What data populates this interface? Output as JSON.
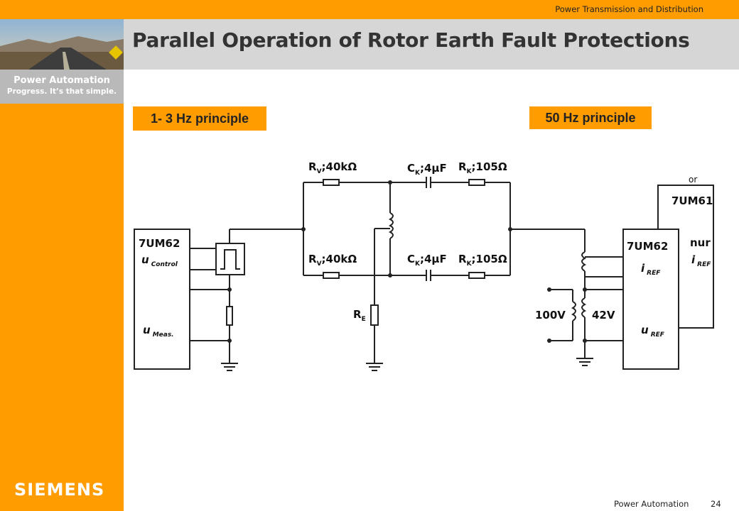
{
  "header": {
    "division": "Power Transmission and Distribution",
    "title": "Parallel Operation of Rotor Earth Fault Protections"
  },
  "brand": {
    "name": "Power Automation",
    "tagline": "Progress. It’s that simple.",
    "logo": "SIEMENS"
  },
  "footer": {
    "label": "Power Automation",
    "page": "24"
  },
  "principles": {
    "left": "1- 3 Hz principle",
    "right": "50 Hz principle"
  },
  "labels": {
    "rv": "R",
    "rv_sub": "V",
    "rv_val": ";40kΩ",
    "ck": "C",
    "ck_sub": "K",
    "ck_val": ";4µF",
    "rk": "R",
    "rk_sub": "K",
    "rk_val": ";105Ω",
    "re": "R",
    "re_sub": "E",
    "relay_left": "7UM62",
    "u_control": "u",
    "u_control_sub": "Control",
    "u_meas": "u",
    "u_meas_sub": "Meas.",
    "relay_right": "7UM62",
    "i_ref": "i",
    "i_ref_sub": "REF",
    "u_ref": "u",
    "u_ref_sub": "REF",
    "or": "or",
    "relay_alt": "7UM61",
    "nur": "nur",
    "i_ref2": "i",
    "i_ref2_sub": "REF",
    "v100": "100V",
    "v42": "42V"
  },
  "colors": {
    "accent": "#ff9c00",
    "title_band": "#d6d6d6",
    "brand_box": "#b9b9b9"
  }
}
